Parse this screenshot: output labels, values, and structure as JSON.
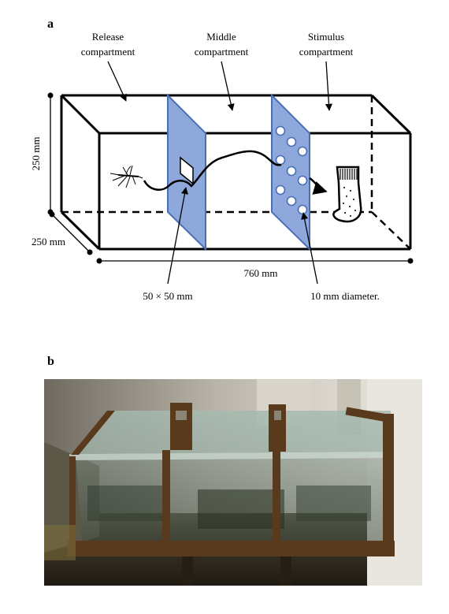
{
  "panel_a": {
    "letter": "a",
    "labels": {
      "release_line1": "Release",
      "release_line2": "compartment",
      "middle_line1": "Middle",
      "middle_line2": "compartment",
      "stimulus_line1": "Stimulus",
      "stimulus_line2": "compartment",
      "height": "250 mm",
      "depth": "250 mm",
      "length": "760 mm",
      "opening": "50 × 50 mm",
      "holes": "10 mm diameter."
    }
  },
  "panel_b": {
    "letter": "b"
  }
}
